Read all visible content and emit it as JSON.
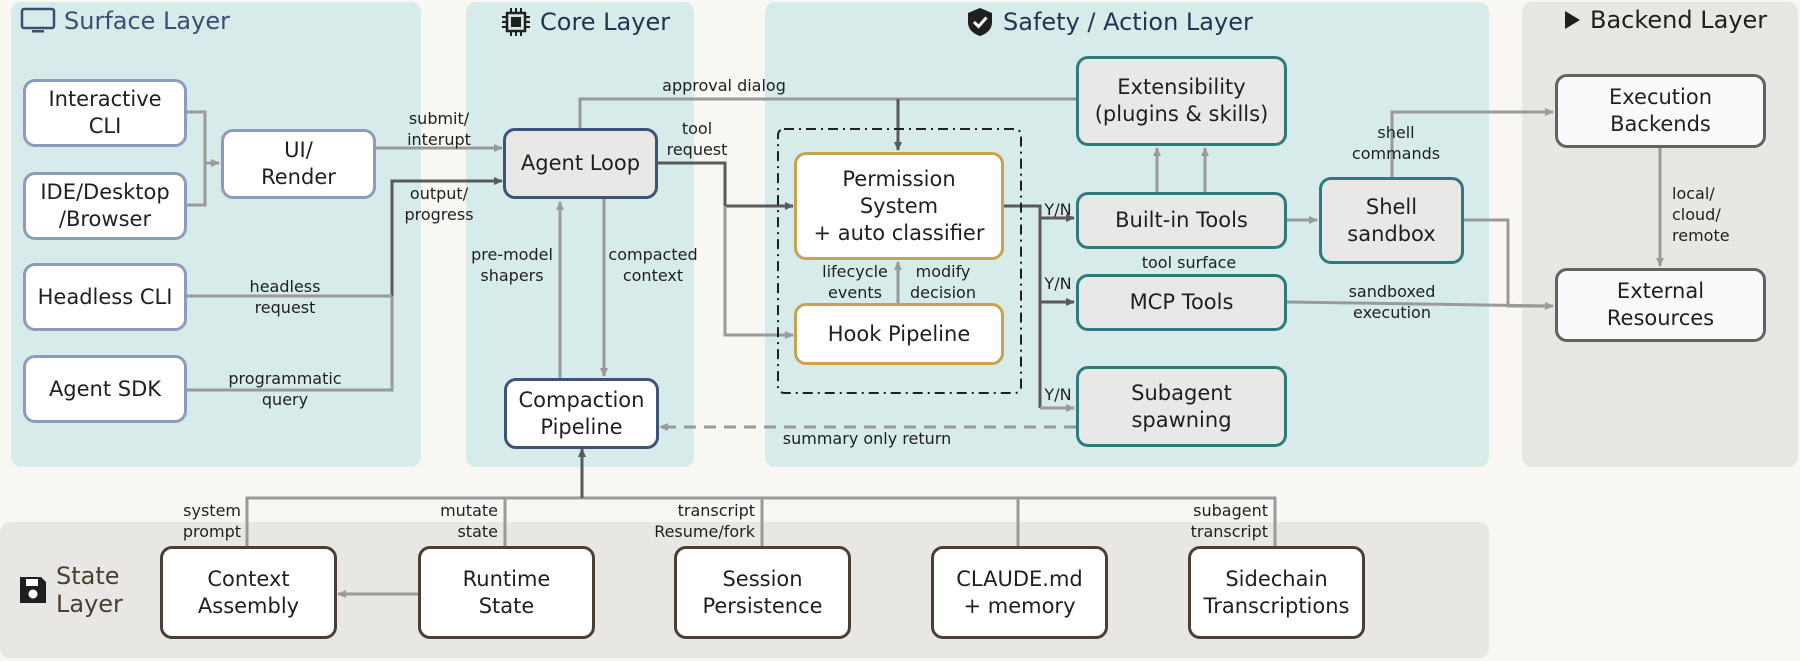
{
  "layers": {
    "surface": "Surface Layer",
    "core": "Core Layer",
    "safety": "Safety / Action Layer",
    "backend": "Backend Layer",
    "state_line1": "State",
    "state_line2": "Layer"
  },
  "boxes": {
    "interactive_cli": "Interactive\nCLI",
    "ide_desktop": "IDE/Desktop\n/Browser",
    "headless_cli": "Headless CLI",
    "agent_sdk": "Agent SDK",
    "ui_render": "UI/\nRender",
    "agent_loop": "Agent Loop",
    "compaction": "Compaction\nPipeline",
    "permission": "Permission\nSystem\n+ auto classifier",
    "hook": "Hook Pipeline",
    "extensibility": "Extensibility\n(plugins & skills)",
    "builtin_tools": "Built-in Tools",
    "mcp_tools": "MCP Tools",
    "subagent": "Subagent\nspawning",
    "shell_sandbox": "Shell\nsandbox",
    "execution_backends": "Execution\nBackends",
    "external_resources": "External\nResources",
    "context_assembly": "Context\nAssembly",
    "runtime_state": "Runtime\nState",
    "session_persistence": "Session\nPersistence",
    "claude_md": "CLAUDE.md\n+ memory",
    "sidechain": "Sidechain\nTranscriptions"
  },
  "edge_labels": {
    "approval_dialog": "approval dialog",
    "submit_interupt": "submit/\ninterupt",
    "output_progress": "output/\nprogress",
    "tool_request": "tool\nrequest",
    "headless_request": "headless\nrequest",
    "programmatic_query": "programmatic\nquery",
    "pre_model_shapers": "pre-model\nshapers",
    "compacted_context": "compacted\ncontext",
    "lifecycle_events": "lifecycle\nevents",
    "modify_decision": "modify\ndecision",
    "yn1": "Y/N",
    "yn2": "Y/N",
    "yn3": "Y/N",
    "tool_surface": "tool surface",
    "shell_commands": "shell\ncommands",
    "local_cloud_remote": "local/\ncloud/\nremote",
    "sandboxed_execution": "sandboxed\nexecution",
    "summary_only_return": "summary only return",
    "system_prompt": "system\nprompt",
    "mutate_state": "mutate\nstate",
    "transcript_resume": "transcript\nResume/fork",
    "subagent_transcript": "subagent\ntranscript"
  },
  "icons": {
    "surface": "monitor-icon",
    "core": "cpu-chip-icon",
    "safety": "shield-check-icon",
    "backend": "play-triangle-icon",
    "state": "floppy-disk-icon"
  },
  "colors": {
    "panel_teal": "#d7ebeb",
    "panel_grey": "#e8e7e3",
    "surface_title": "#3b4f73",
    "core_title": "#1f3552",
    "state_title": "#4a3f33",
    "box_surface_border": "#8d9cbb",
    "box_core_border": "#3f5277",
    "box_perm_border": "#c9a24e",
    "box_teal_border": "#2f7a7a",
    "box_backend_border": "#626262",
    "box_state_border": "#4a3f33",
    "edge_light": "#9a9a9a",
    "edge_dark": "#5a5a5a"
  }
}
